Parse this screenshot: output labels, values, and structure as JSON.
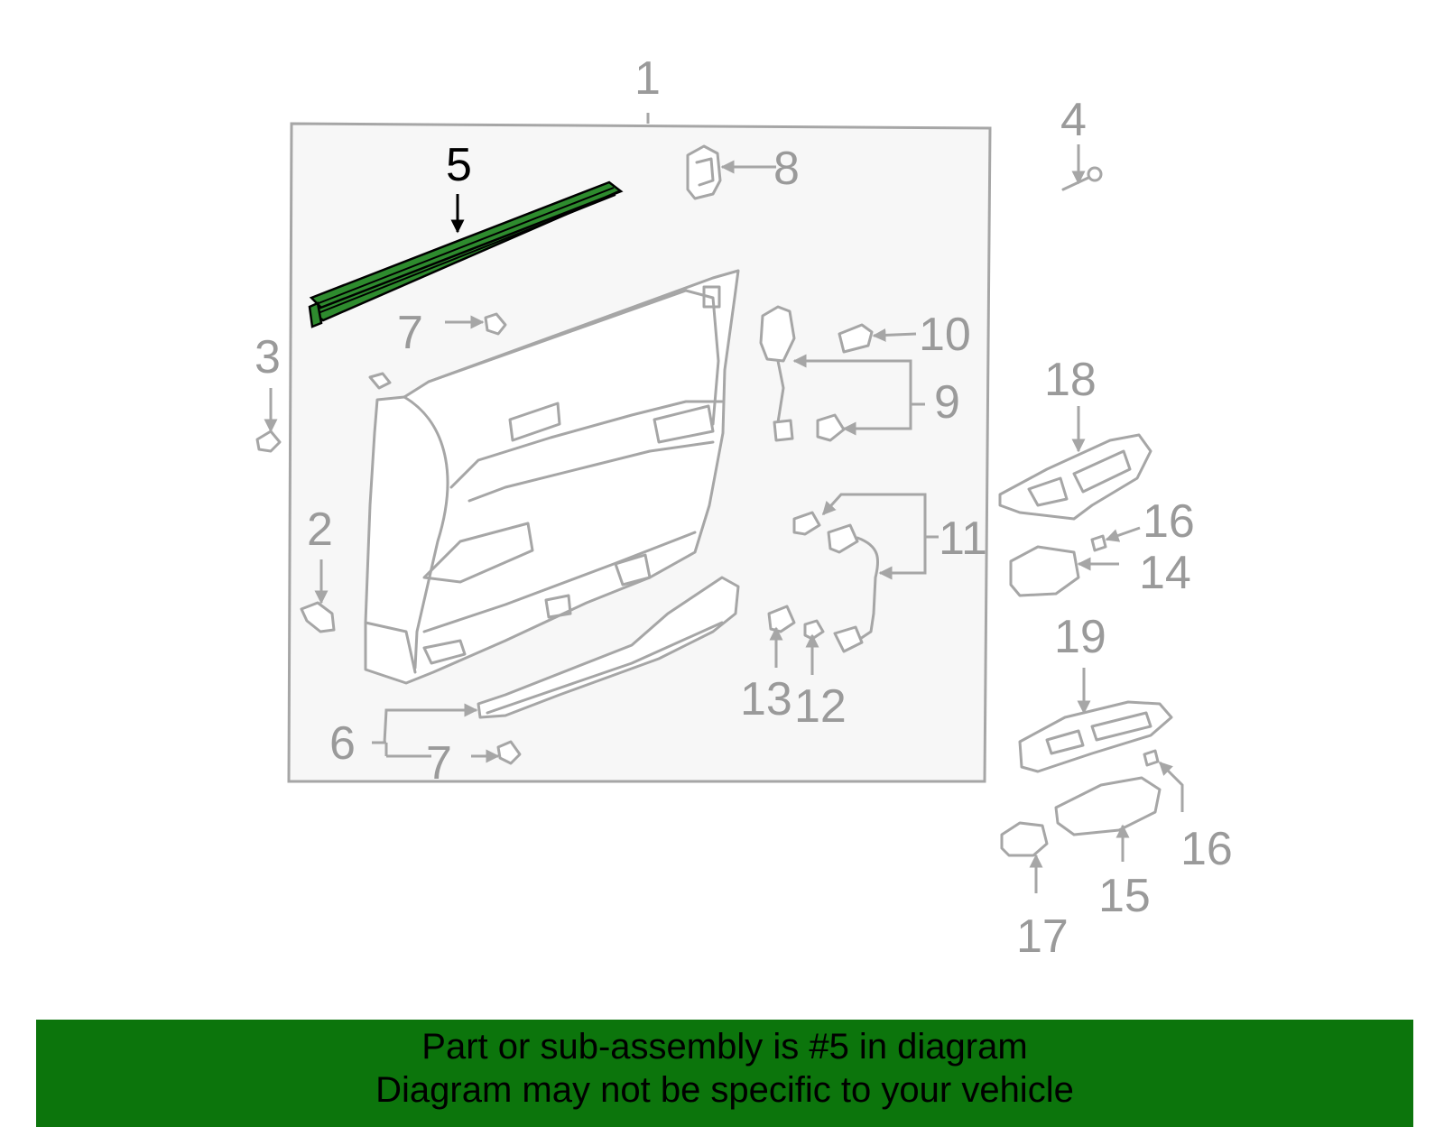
{
  "diagram": {
    "highlighted_part": "5",
    "colors": {
      "highlight_fill": "#2e8b2e",
      "banner_background": "#0c750c",
      "part_line": "#a6a6a6",
      "label_gray": "#9a9a9a",
      "active_label": "#000000"
    },
    "callouts": {
      "c1": "1",
      "c2": "2",
      "c3": "3",
      "c4": "4",
      "c5": "5",
      "c6": "6",
      "c7a": "7",
      "c7b": "7",
      "c8": "8",
      "c9": "9",
      "c10": "10",
      "c11": "11",
      "c12": "12",
      "c13": "13",
      "c14": "14",
      "c15": "15",
      "c16a": "16",
      "c16b": "16",
      "c17": "17",
      "c18": "18",
      "c19": "19"
    }
  },
  "footer": {
    "line1": "Part or sub-assembly is #5 in diagram",
    "line2": "Diagram may not be specific to your vehicle"
  }
}
